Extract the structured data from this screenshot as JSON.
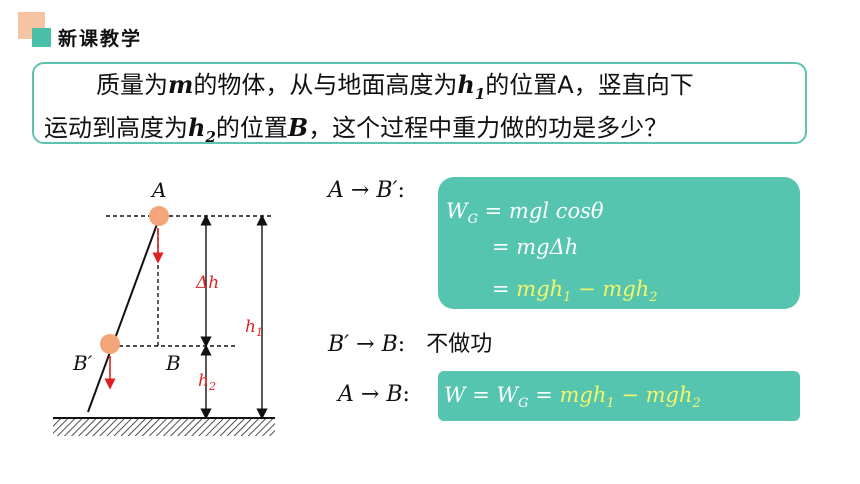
{
  "header": {
    "title": "新课教学",
    "accent_orange": "#f7c4a3",
    "accent_teal": "#49bfa8"
  },
  "question": {
    "p1": "质量为",
    "m": "m",
    "p2": "的物体，从与地面高度为",
    "h1_base": "h",
    "h1_sub": "1",
    "p3": "的位置A，竖直向下",
    "p4": "运动到高度为",
    "h2_base": "h",
    "h2_sub": "2",
    "p5": "的位置",
    "B": "B",
    "p6": "，这个过程中重力做的功是多少？"
  },
  "diagram": {
    "label_A": "A",
    "label_Bprime": "B′",
    "label_B": "B",
    "label_dh": "Δh",
    "label_h1_base": "h",
    "label_h1_sub": "1",
    "label_h2_base": "h",
    "label_h2_sub": "2",
    "ball_color": "#f4a57a",
    "arrow_color": "#e02020"
  },
  "steps": {
    "s1_from": "A",
    "s1_arrow": "→",
    "s1_to": "B′",
    "s1_colon": ":",
    "s2_from": "B′",
    "s2_arrow": "→",
    "s2_to": "B",
    "s2_colon": ":",
    "s2_text": "不做功",
    "s3_from": "A",
    "s3_arrow": "→",
    "s3_to": "B",
    "s3_colon": ":"
  },
  "box1": {
    "r1_W": "W",
    "r1_G": "G",
    "r1_rest": " = mgl cosθ",
    "r2": "= mgΔh",
    "r3_eq": "= ",
    "r3_a": "mgh",
    "r3_a_sub": "1",
    "r3_minus": " − mgh",
    "r3_b_sub": "2",
    "bg": "#56c5b0"
  },
  "box2": {
    "W": "W = W",
    "G": "G",
    "eq": " = ",
    "a": "mgh",
    "a_sub": "1",
    "minus": " − mgh",
    "b_sub": "2"
  }
}
